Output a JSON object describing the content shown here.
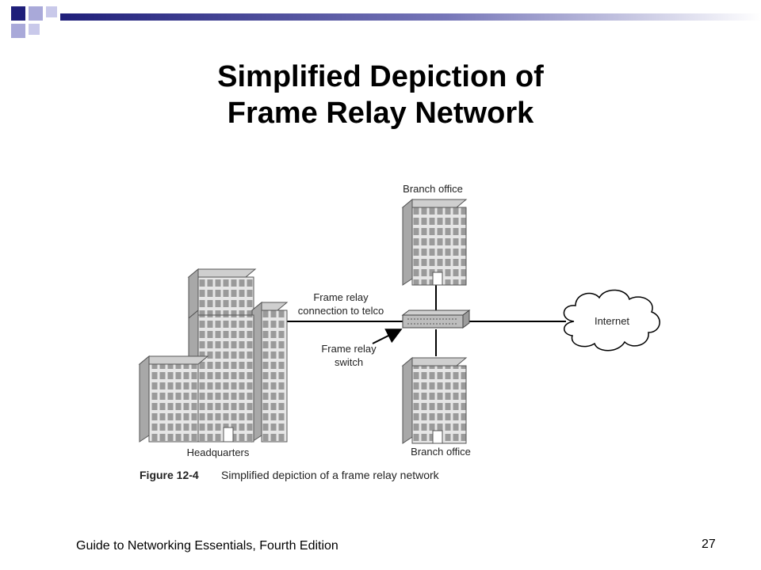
{
  "slide": {
    "title_line1": "Simplified Depiction of",
    "title_line2": "Frame Relay Network",
    "footer": "Guide to Networking Essentials, Fourth Edition",
    "page_number": "27"
  },
  "figure": {
    "labels": {
      "branch_top": "Branch office",
      "branch_bottom": "Branch office",
      "headquarters": "Headquarters",
      "frame_relay_connection_1": "Frame relay",
      "frame_relay_connection_2": "connection to telco",
      "frame_relay_switch_1": "Frame relay",
      "frame_relay_switch_2": "switch",
      "internet": "Internet"
    },
    "caption": {
      "number": "Figure 12-4",
      "text": "Simplified depiction of a frame relay network"
    }
  },
  "colors": {
    "accent_dark": "#1f1f7a",
    "accent_light": "#a9a9d9",
    "building_face": "#dcdcdc",
    "building_side": "#b8b8b8",
    "window": "#9a9a9a"
  }
}
